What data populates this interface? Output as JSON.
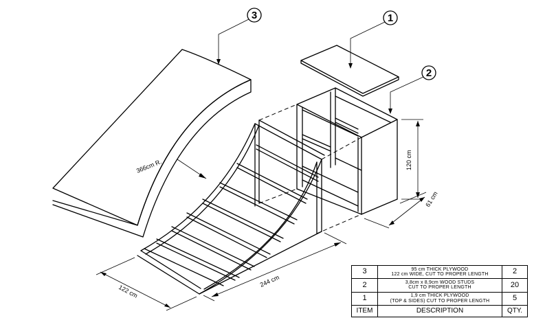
{
  "labels": {
    "radius": "366cm R.",
    "height": "120 cm",
    "depth": "61 cm",
    "width": "122 cm",
    "length": "244 cm"
  },
  "callouts": [
    "1",
    "2",
    "3"
  ],
  "bom": {
    "header": {
      "item": "ITEM",
      "description": "DESCRIPTION",
      "qty": "QTY."
    },
    "rows": [
      {
        "item": "3",
        "desc_line1": "95 cm THICK PLYWOOD",
        "desc_line2": "122 cm WIDE, CUT TO PROPER LENGTH",
        "qty": "2"
      },
      {
        "item": "2",
        "desc_line1": "3,8cm x 8,9cm WOOD STUDS",
        "desc_line2": "CUT TO PROPER LENGTH",
        "qty": "20"
      },
      {
        "item": "1",
        "desc_line1": "1,9 cm THICK PLYWOOD",
        "desc_line2": "(TOP & SIDES) CUT TO PROPER LENGTH",
        "qty": "5"
      }
    ]
  },
  "colors": {
    "ink": "#000000",
    "paper": "#ffffff"
  }
}
